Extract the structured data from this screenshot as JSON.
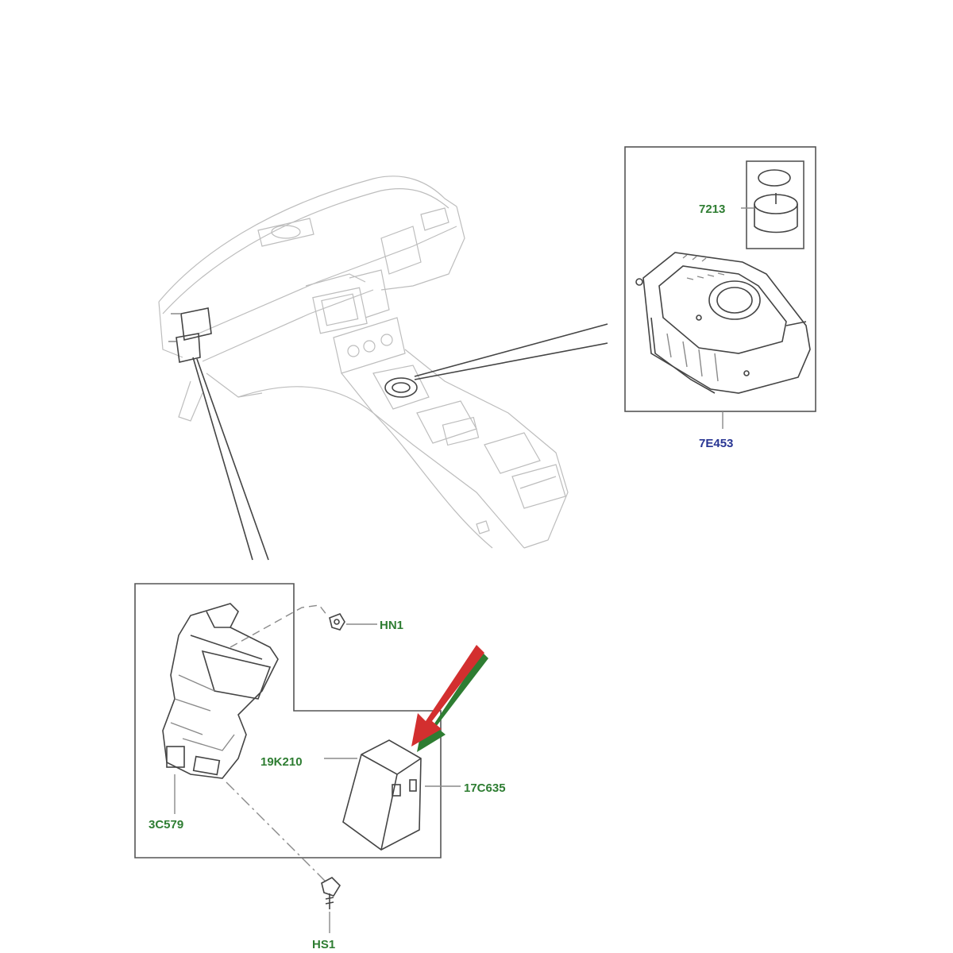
{
  "labels": {
    "part_7213": "7213",
    "part_7e453": "7E453",
    "part_hn1": "HN1",
    "part_19k210": "19K210",
    "part_17c635": "17C635",
    "part_3c579": "3C579",
    "part_hs1": "HS1"
  },
  "colors": {
    "label_green": "#2e7d32",
    "label_blue": "#283593",
    "arrow_red": "#d32f2f",
    "arrow_shadow": "#2e7d32",
    "line_gray": "#8a8a8a",
    "frame_dark": "#555555"
  }
}
